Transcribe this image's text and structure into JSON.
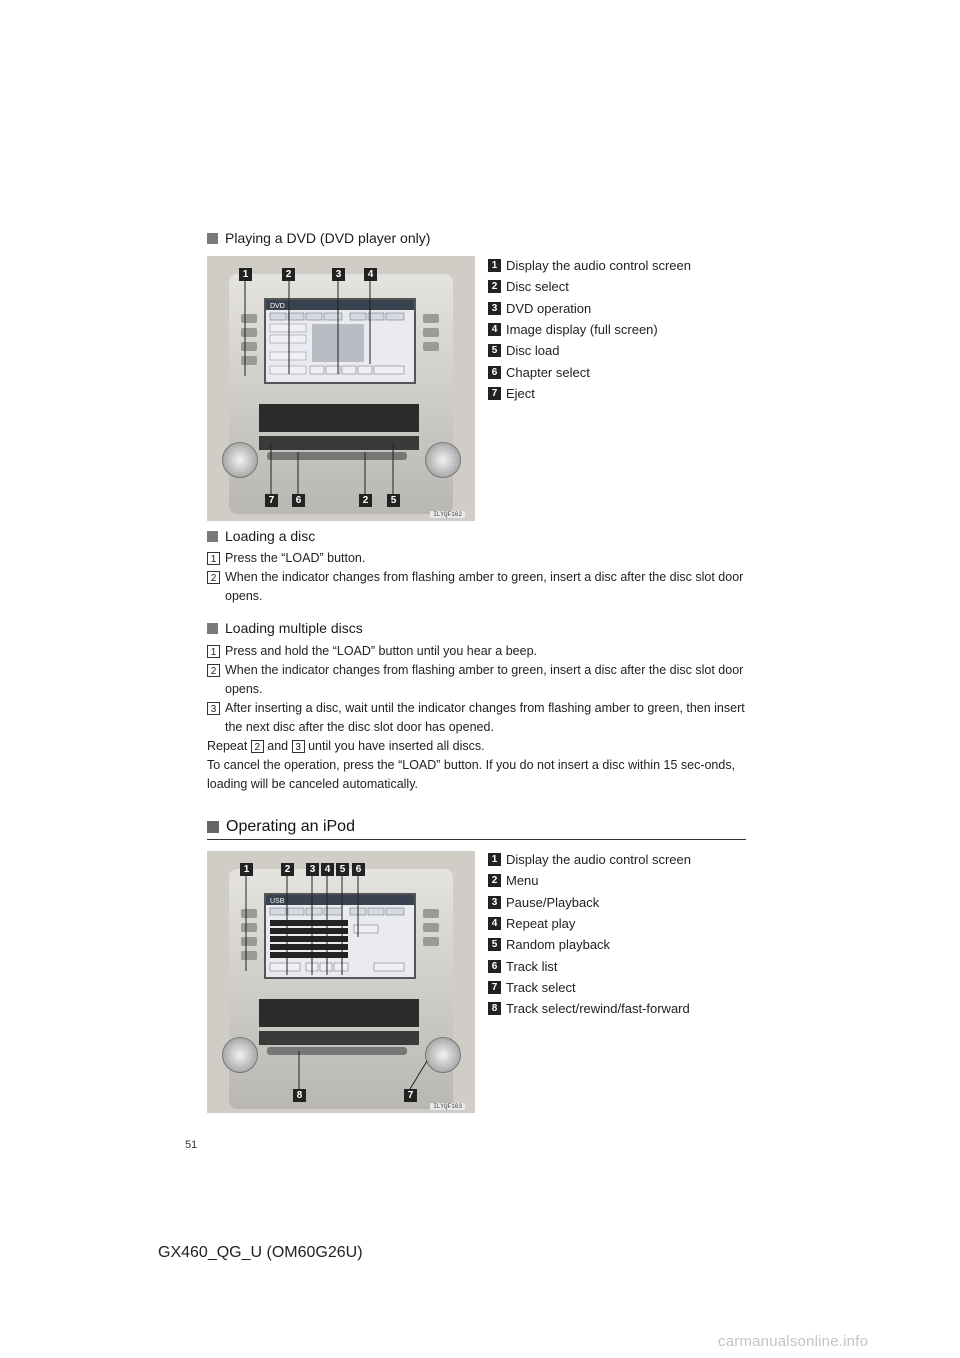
{
  "section_dvd": {
    "heading": "Playing a DVD (DVD player only)",
    "legend": [
      {
        "num": "1",
        "label": "Display the audio control screen"
      },
      {
        "num": "2",
        "label": "Disc select"
      },
      {
        "num": "3",
        "label": "DVD operation"
      },
      {
        "num": "4",
        "label": "Image display (full screen)"
      },
      {
        "num": "5",
        "label": "Disc load"
      },
      {
        "num": "6",
        "label": "Chapter select"
      },
      {
        "num": "7",
        "label": "Eject"
      }
    ],
    "image_code": "ILYQF162",
    "callouts_top": [
      "1",
      "2",
      "3",
      "4"
    ],
    "callouts_bottom": [
      "7",
      "6",
      "2",
      "5"
    ]
  },
  "section_load": {
    "heading": "Loading a disc",
    "steps": [
      {
        "num": "1",
        "text": "Press the “LOAD” button."
      },
      {
        "num": "2",
        "text": "When the indicator changes from flashing amber to green, insert a disc after the disc slot door opens."
      }
    ]
  },
  "section_multi": {
    "heading": "Loading multiple discs",
    "steps": [
      {
        "num": "1",
        "text": "Press and hold the “LOAD” button until you hear a beep."
      },
      {
        "num": "2",
        "text": "When the indicator changes from flashing amber to green, insert a disc after the disc slot door opens."
      },
      {
        "num": "3",
        "text": "After inserting a disc, wait until the indicator changes from flashing amber to green, then insert the next disc after the disc slot door has opened."
      }
    ],
    "repeat_prefix": "Repeat",
    "repeat_num_a": "2",
    "repeat_and": "and",
    "repeat_num_b": "3",
    "repeat_suffix": "until you have inserted all discs.",
    "cancel_text": "To cancel the operation, press the “LOAD” button. If you do not insert a disc within 15 sec-onds, loading will be canceled automatically."
  },
  "section_ipod": {
    "heading": "Operating an iPod",
    "legend": [
      {
        "num": "1",
        "label": "Display the audio control screen"
      },
      {
        "num": "2",
        "label": "Menu"
      },
      {
        "num": "3",
        "label": "Pause/Playback"
      },
      {
        "num": "4",
        "label": "Repeat play"
      },
      {
        "num": "5",
        "label": "Random playback"
      },
      {
        "num": "6",
        "label": "Track list"
      },
      {
        "num": "7",
        "label": "Track select"
      },
      {
        "num": "8",
        "label": "Track select/rewind/fast-forward"
      }
    ],
    "image_code": "ILYQF163",
    "callouts_top": [
      "1",
      "2",
      "3",
      "4",
      "5",
      "6"
    ],
    "callouts_bottom": [
      "8",
      "7"
    ]
  },
  "footer": {
    "page_number": "51",
    "doc_id": "GX460_QG_U (OM60G26U)"
  },
  "watermark": "carmanualsonline.info",
  "colors": {
    "badge": "#222222",
    "rule": "#333333",
    "illustration_bg": "#cfcdc6"
  }
}
